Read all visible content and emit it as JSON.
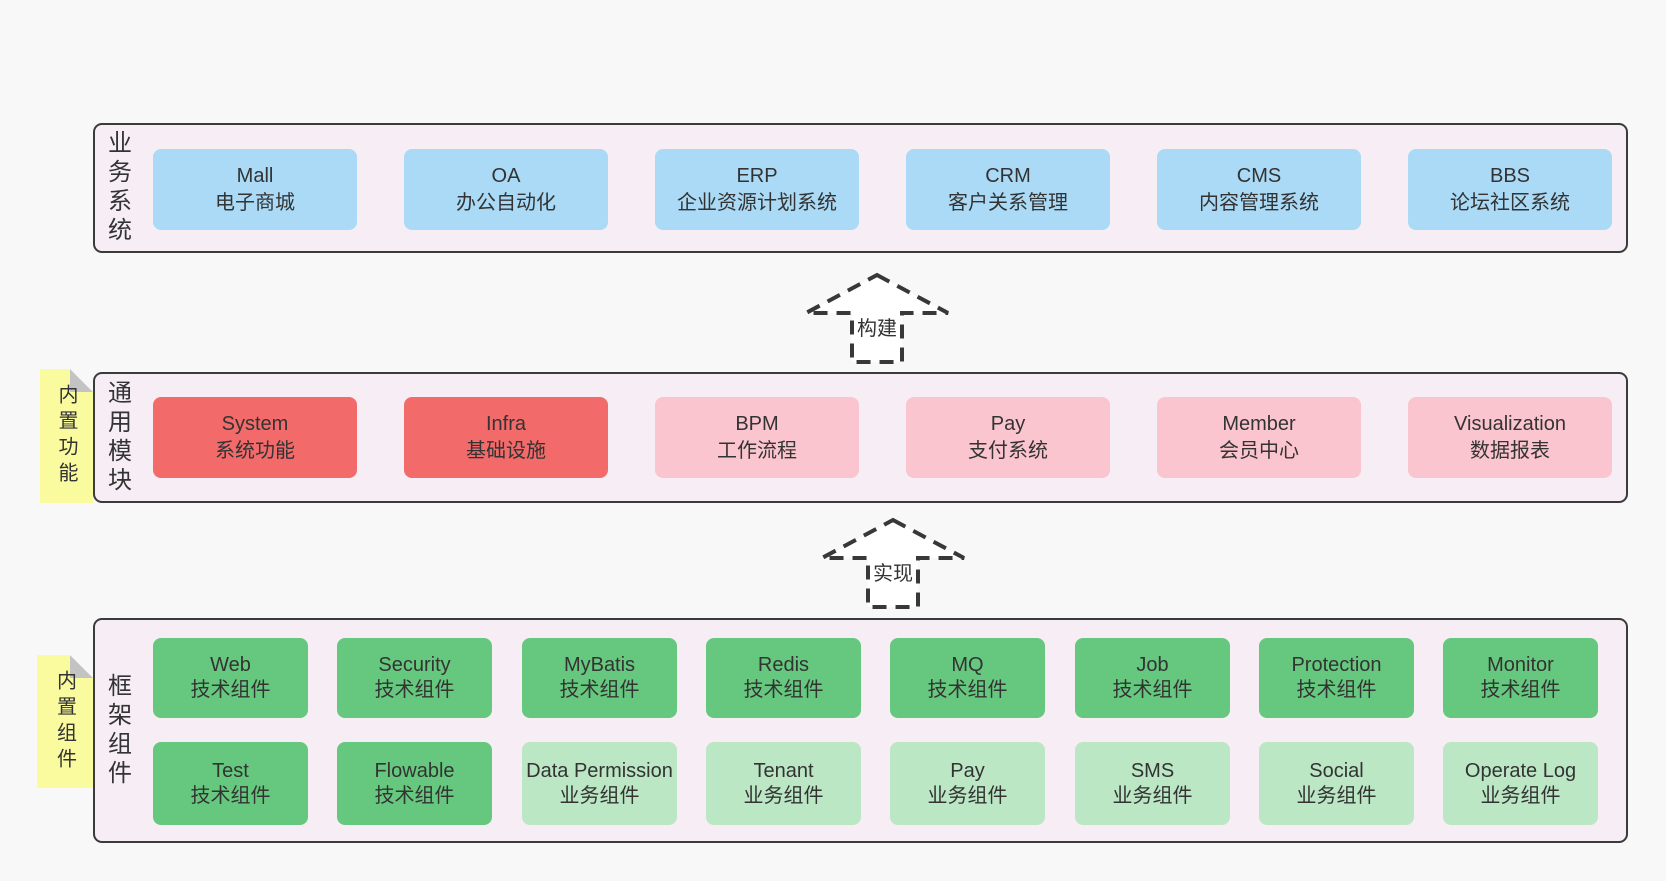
{
  "colors": {
    "page_bg": "#f8f8f8",
    "container_bg": "#f7edf5",
    "container_border": "#3b3b3b",
    "box_blue": "#aadaf5",
    "box_red": "#f26a6a",
    "box_pink": "#fbc5cf",
    "box_green": "#66c87e",
    "box_light_green": "#bbe7c5",
    "sticky_yellow": "#fafa9e",
    "fold_gray": "#c3c3c3",
    "arrow_stroke": "#383838",
    "text": "#333333"
  },
  "arrows": [
    {
      "label": "构建"
    },
    {
      "label": "实现"
    }
  ],
  "layers": [
    {
      "label": "业务系统",
      "rows": [
        [
          {
            "name": "Mall",
            "subtitle": "电子商城"
          },
          {
            "name": "OA",
            "subtitle": "办公自动化"
          },
          {
            "name": "ERP",
            "subtitle": "企业资源计划系统"
          },
          {
            "name": "CRM",
            "subtitle": "客户关系管理"
          },
          {
            "name": "CMS",
            "subtitle": "内容管理系统"
          },
          {
            "name": "BBS",
            "subtitle": "论坛社区系统"
          }
        ]
      ]
    },
    {
      "label": "通用模块",
      "tab": "内置功能",
      "rows": [
        [
          {
            "name": "System",
            "subtitle": "系统功能"
          },
          {
            "name": "Infra",
            "subtitle": "基础设施"
          },
          {
            "name": "BPM",
            "subtitle": "工作流程"
          },
          {
            "name": "Pay",
            "subtitle": "支付系统"
          },
          {
            "name": "Member",
            "subtitle": "会员中心"
          },
          {
            "name": "Visualization",
            "subtitle": "数据报表"
          }
        ]
      ]
    },
    {
      "label": "框架组件",
      "tab": "内置组件",
      "rows": [
        [
          {
            "name": "Web",
            "subtitle": "技术组件"
          },
          {
            "name": "Security",
            "subtitle": "技术组件"
          },
          {
            "name": "MyBatis",
            "subtitle": "技术组件"
          },
          {
            "name": "Redis",
            "subtitle": "技术组件"
          },
          {
            "name": "MQ",
            "subtitle": "技术组件"
          },
          {
            "name": "Job",
            "subtitle": "技术组件"
          },
          {
            "name": "Protection",
            "subtitle": "技术组件"
          },
          {
            "name": "Monitor",
            "subtitle": "技术组件"
          }
        ],
        [
          {
            "name": "Test",
            "subtitle": "技术组件"
          },
          {
            "name": "Flowable",
            "subtitle": "技术组件"
          },
          {
            "name": "Data Permission",
            "subtitle": "业务组件"
          },
          {
            "name": "Tenant",
            "subtitle": "业务组件"
          },
          {
            "name": "Pay",
            "subtitle": "业务组件"
          },
          {
            "name": "SMS",
            "subtitle": "业务组件"
          },
          {
            "name": "Social",
            "subtitle": "业务组件"
          },
          {
            "name": "Operate Log",
            "subtitle": "业务组件"
          }
        ]
      ]
    }
  ]
}
